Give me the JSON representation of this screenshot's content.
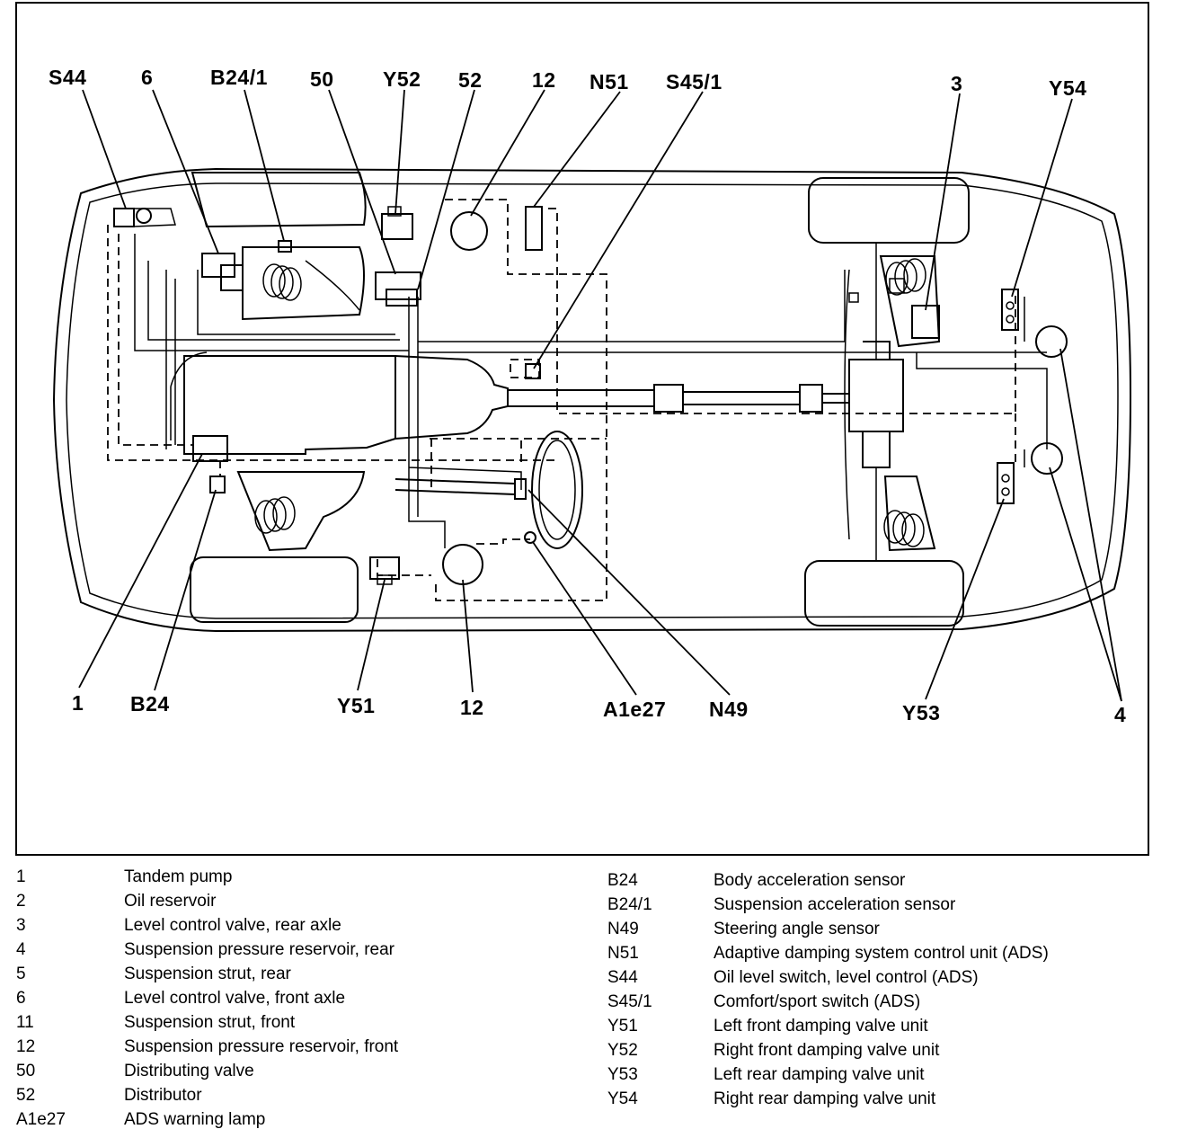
{
  "callouts": {
    "s44": "S44",
    "n6": "6",
    "b24_1": "B24/1",
    "n50": "50",
    "y52": "Y52",
    "n52": "52",
    "n12_top": "12",
    "n51": "N51",
    "s45_1": "S45/1",
    "n3": "3",
    "y54": "Y54",
    "n1": "1",
    "b24": "B24",
    "y51": "Y51",
    "n12_bottom": "12",
    "a1e27": "A1e27",
    "n49": "N49",
    "y53": "Y53",
    "n4": "4"
  },
  "legend_left": [
    {
      "code": "1",
      "desc": "Tandem pump"
    },
    {
      "code": "2",
      "desc": "Oil reservoir"
    },
    {
      "code": "3",
      "desc": "Level control valve, rear axle"
    },
    {
      "code": "4",
      "desc": "Suspension pressure reservoir, rear"
    },
    {
      "code": "5",
      "desc": "Suspension strut, rear"
    },
    {
      "code": "6",
      "desc": "Level control valve, front axle"
    },
    {
      "code": "11",
      "desc": "Suspension strut, front"
    },
    {
      "code": "12",
      "desc": "Suspension pressure reservoir, front"
    },
    {
      "code": "50",
      "desc": "Distributing valve"
    },
    {
      "code": "52",
      "desc": "Distributor"
    },
    {
      "code": "A1e27",
      "desc": "ADS warning lamp"
    }
  ],
  "legend_right": [
    {
      "code": "B24",
      "desc": "Body acceleration sensor"
    },
    {
      "code": "B24/1",
      "desc": "Suspension acceleration sensor"
    },
    {
      "code": "N49",
      "desc": "Steering angle sensor"
    },
    {
      "code": "N51",
      "desc": "Adaptive damping system control unit (ADS)"
    },
    {
      "code": "S44",
      "desc": "Oil level switch, level control (ADS)"
    },
    {
      "code": "S45/1",
      "desc": "Comfort/sport switch (ADS)"
    },
    {
      "code": "Y51",
      "desc": "Left front damping valve unit"
    },
    {
      "code": "Y52",
      "desc": "Right front damping valve unit"
    },
    {
      "code": "Y53",
      "desc": "Left rear damping valve unit"
    },
    {
      "code": "Y54",
      "desc": "Right rear damping valve unit"
    }
  ]
}
